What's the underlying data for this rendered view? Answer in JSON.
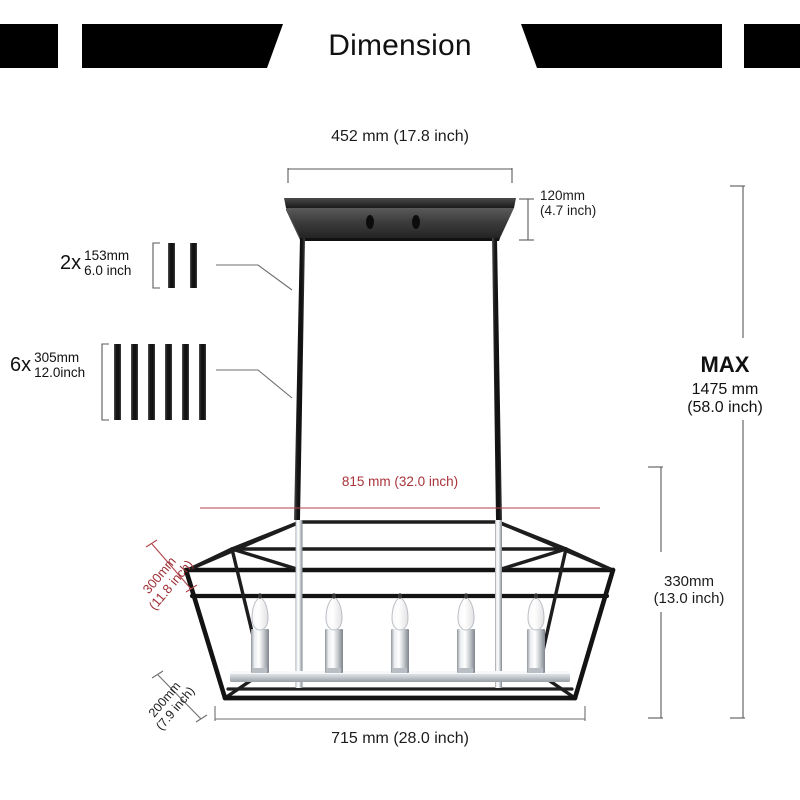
{
  "header": {
    "title": "Dimension",
    "banner_color": "#000000"
  },
  "colors": {
    "line": "#555555",
    "red": "#a8343a",
    "metal_black": "#141414",
    "metal_nickel": "#c9cdd2",
    "text": "#1a1a1a"
  },
  "dimensions": {
    "canopy_width": "452 mm (17.8 inch)",
    "canopy_height_mm": "120mm",
    "canopy_height_in": "(4.7 inch)",
    "rod_span_red": "815 mm (32.0 inch)",
    "cage_depth_mm": "300mm",
    "cage_depth_in": "(11.8 inch)",
    "cage_base_depth_mm": "200mm",
    "cage_base_depth_in": "(7.9 inch)",
    "cage_height_mm": "330mm",
    "cage_height_in": "(13.0 inch)",
    "cage_width": "715 mm (28.0 inch)",
    "max_label": "MAX",
    "max_mm": "1475 mm",
    "max_in": "(58.0 inch)"
  },
  "parts": [
    {
      "qty": "2x",
      "length_mm": "153mm",
      "length_in": "6.0 inch",
      "count": 2
    },
    {
      "qty": "6x",
      "length_mm": "305mm",
      "length_in": "12.0inch",
      "count": 6
    }
  ],
  "fixture": {
    "lamp_count": 5,
    "type": "linear-cage-chandelier",
    "stem_count": 2
  }
}
